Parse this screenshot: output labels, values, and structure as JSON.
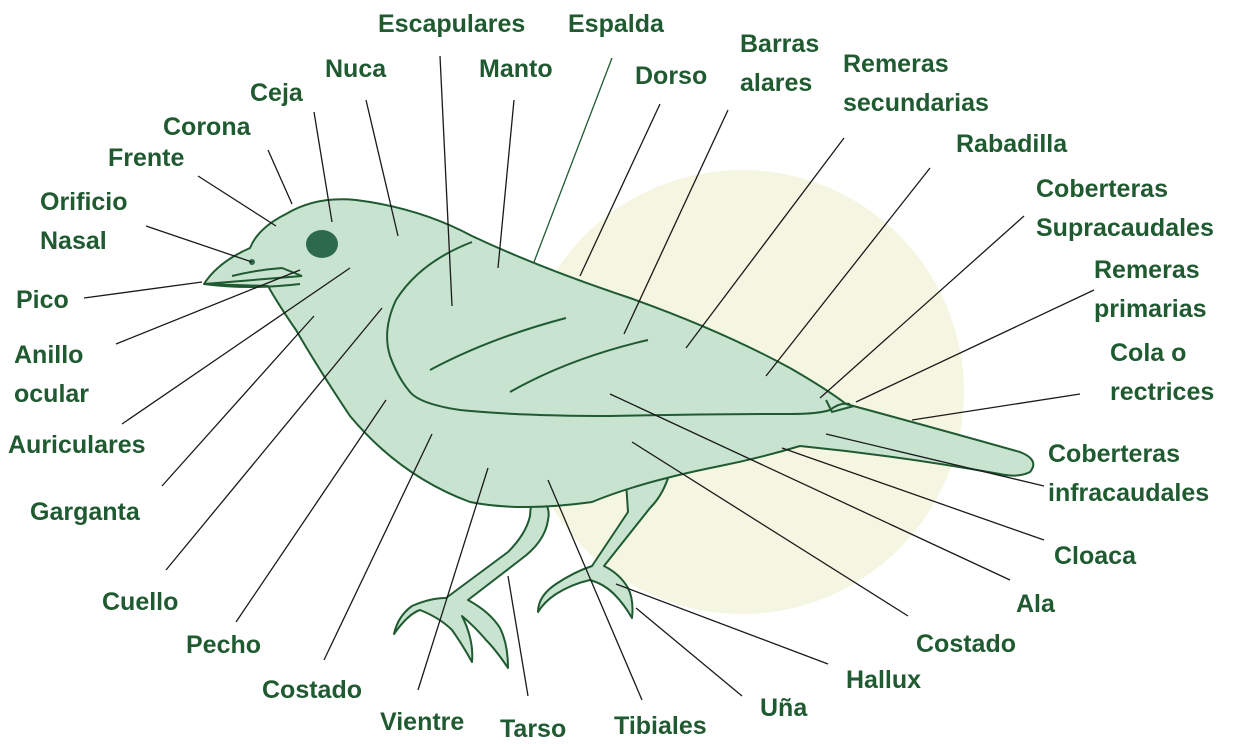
{
  "colors": {
    "label": "#1f5a31",
    "body_fill": "#c8e3d0",
    "body_stroke": "#1f5a31",
    "sun": "#f5f6e1",
    "eye": "#2d6a4d",
    "leader": "#1a1a1a"
  },
  "labels": {
    "escapulares": "Escapulares",
    "espalda": "Espalda",
    "barras_1": "Barras",
    "barras_2": "alares",
    "nuca": "Nuca",
    "manto": "Manto",
    "dorso": "Dorso",
    "remeras_sec_1": "Remeras",
    "remeras_sec_2": "secundarias",
    "ceja": "Ceja",
    "corona": "Corona",
    "rabadilla": "Rabadilla",
    "frente": "Frente",
    "cob_supra_1": "Coberteras",
    "cob_supra_2": "Supracaudales",
    "orificio_1": "Orificio",
    "orificio_2": "Nasal",
    "remeras_prim_1": "Remeras",
    "remeras_prim_2": "primarias",
    "pico": "Pico",
    "anillo_1": "Anillo",
    "anillo_2": "ocular",
    "cola_1": "Cola o",
    "cola_2": "rectrices",
    "auriculares": "Auriculares",
    "cob_infra_1": "Coberteras",
    "cob_infra_2": "infracaudales",
    "garganta": "Garganta",
    "cloaca": "Cloaca",
    "cuello": "Cuello",
    "ala": "Ala",
    "pecho": "Pecho",
    "costado_right": "Costado",
    "costado_left": "Costado",
    "hallux": "Hallux",
    "una": "Uña",
    "vientre": "Vientre",
    "tarso": "Tarso",
    "tibiales": "Tibiales"
  }
}
